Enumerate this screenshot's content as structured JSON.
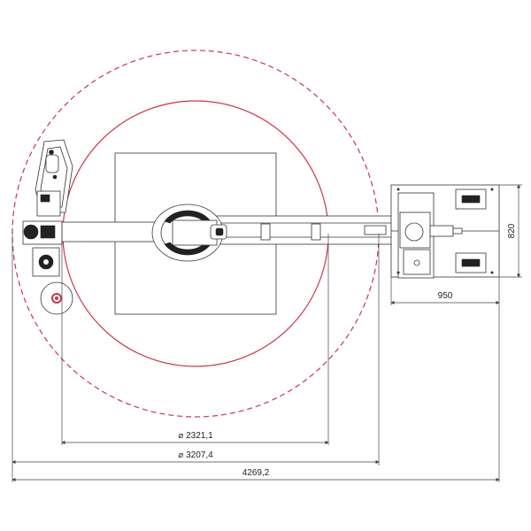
{
  "dimensions": {
    "inner_diameter": "⌀ 2321,1",
    "outer_diameter": "⌀ 3207,4",
    "overall_width": "4269,2",
    "base_width": "950",
    "base_height": "820"
  },
  "colors": {
    "circle": "#d0324a",
    "line": "#333333",
    "fill_dark": "#222222",
    "background": "#ffffff"
  }
}
